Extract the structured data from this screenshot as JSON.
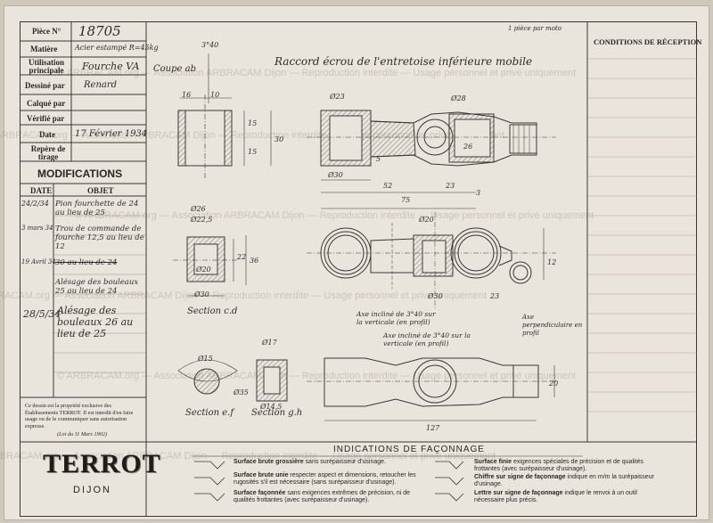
{
  "title_block": {
    "piece_label": "Pièce N°",
    "piece_value": "18705",
    "matiere_label": "Matière",
    "matiere_value": "Acier estampé R=45kg",
    "utilisation_label": "Utilisation principale",
    "utilisation_value": "Fourche VA",
    "dessine_label": "Dessiné par",
    "dessine_value": "Renard",
    "calque_label": "Calqué par",
    "verifie_label": "Vérifié par",
    "date_label": "Date",
    "date_value": "17 Février 1934",
    "repere_label": "Repère de tirage"
  },
  "modifications": {
    "title": "MODIFICATIONS",
    "col_date": "DATE",
    "col_objet": "OBJET",
    "rows": [
      {
        "date": "24/2/34",
        "text": "Pion fourchette de 24 au lieu de 25"
      },
      {
        "date": "3 mars 34",
        "text": "Trou de commande de fourche 12,5 au lieu de 12"
      },
      {
        "date": "19 Avril 34",
        "text": "30 au lieu de 24"
      },
      {
        "date": "",
        "text": "Alésage des bouleaux 25 au lieu de 24"
      },
      {
        "date": "28/5/34",
        "text": "Alésage des bouleaux 26 au lieu de 25"
      }
    ]
  },
  "property_note": "Ce dessin est la propriété exclusive des Établissements TERROT. Il est interdit d'en faire usage ou de le communiquer sans autorisation expresse.",
  "property_law": "(Loi du 11 Mars 1902)",
  "logo": {
    "brand": "TERROT",
    "city": "DIJON"
  },
  "drawing": {
    "main_title": "Raccord écrou de l'entretoise inférieure mobile",
    "top_note": "1 pièce par moto",
    "coupe_label": "Coupe ab",
    "section_cd": "Section c.d",
    "section_ef": "Section e.f",
    "section_gh": "Section g.h",
    "note_axe_1": "Axe incliné de 3°40 sur la verticale (en profil)",
    "note_axe_2": "Axe incliné de 3°40 sur la verticale (en profil)",
    "note_axe_perp": "Axe perpendiculaire en profil",
    "dims": [
      "3°40",
      "16",
      "10",
      "15",
      "15",
      "30",
      "Ø23",
      "Ø28",
      "Ø30",
      "Ø26",
      "Ø22,5",
      "Ø20",
      "Ø30",
      "22",
      "36",
      "52",
      "75",
      "23",
      "127",
      "Ø17",
      "Ø15",
      "Ø35",
      "Ø14,5",
      "12",
      "26",
      "23",
      "Ø20",
      "Ø30",
      "3",
      "5",
      "20"
    ]
  },
  "conditions": {
    "title": "CONDITIONS DE RÉCEPTION"
  },
  "indications": {
    "title": "INDICATIONS DE FAÇONNAGE",
    "items": [
      {
        "name": "Surface brute grossière",
        "desc": "sans surépaisseur d'usinage."
      },
      {
        "name": "Surface brute unie",
        "desc": "respecter aspect et dimensions, retoucher les rugosités s'il est nécessaire (sans surépaisseur d'usinage)."
      },
      {
        "name": "Surface façonnée",
        "desc": "sans exigences extrêmes de précision, ni de qualités frottantes (avec surépaisseur d'usinage)."
      },
      {
        "name": "Surface finie",
        "desc": "exigences spéciales de précision et de qualités frottantes (avec surépaisseur d'usinage)."
      },
      {
        "name": "Chiffre sur signe de façonnage",
        "desc": "indique en m/m la surépaisseur d'usinage."
      },
      {
        "name": "Lettre sur signe de façonnage",
        "desc": "indique le renvoi à un outil nécessaire plus précis."
      }
    ]
  },
  "watermark": "© ARBRACAM.org — Association ARBRACAM Dijon — Reproduction interdite — Usage personnel et privé uniquement"
}
